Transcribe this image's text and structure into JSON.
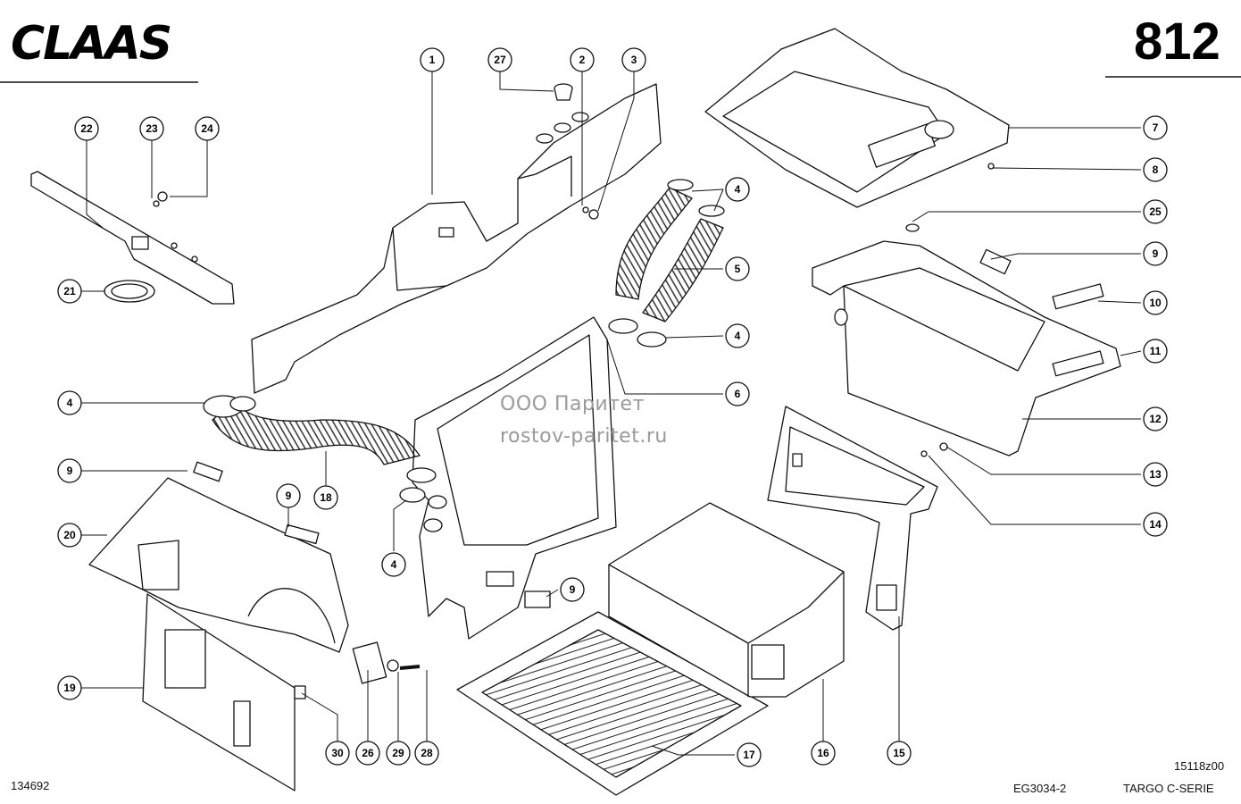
{
  "header": {
    "brand": "CLAAS",
    "page_number": "812"
  },
  "footer": {
    "left_code": "134692",
    "center_code": "EG3034-2",
    "right_code_top": "15118z00",
    "series": "TARGO C-SERIE"
  },
  "watermark": {
    "line1": "ООО Паритет",
    "line2": "rostov-paritet.ru"
  },
  "callouts": [
    {
      "label": "1"
    },
    {
      "label": "27"
    },
    {
      "label": "2"
    },
    {
      "label": "3"
    },
    {
      "label": "22"
    },
    {
      "label": "23"
    },
    {
      "label": "24"
    },
    {
      "label": "21"
    },
    {
      "label": "7"
    },
    {
      "label": "8"
    },
    {
      "label": "4"
    },
    {
      "label": "4"
    },
    {
      "label": "5"
    },
    {
      "label": "4"
    },
    {
      "label": "25"
    },
    {
      "label": "9"
    },
    {
      "label": "10"
    },
    {
      "label": "11"
    },
    {
      "label": "6"
    },
    {
      "label": "4"
    },
    {
      "label": "12"
    },
    {
      "label": "9"
    },
    {
      "label": "13"
    },
    {
      "label": "14"
    },
    {
      "label": "18"
    },
    {
      "label": "9"
    },
    {
      "label": "20"
    },
    {
      "label": "4"
    },
    {
      "label": "9"
    },
    {
      "label": "19"
    },
    {
      "label": "30"
    },
    {
      "label": "26"
    },
    {
      "label": "29"
    },
    {
      "label": "28"
    },
    {
      "label": "17"
    },
    {
      "label": "16"
    },
    {
      "label": "15"
    }
  ]
}
